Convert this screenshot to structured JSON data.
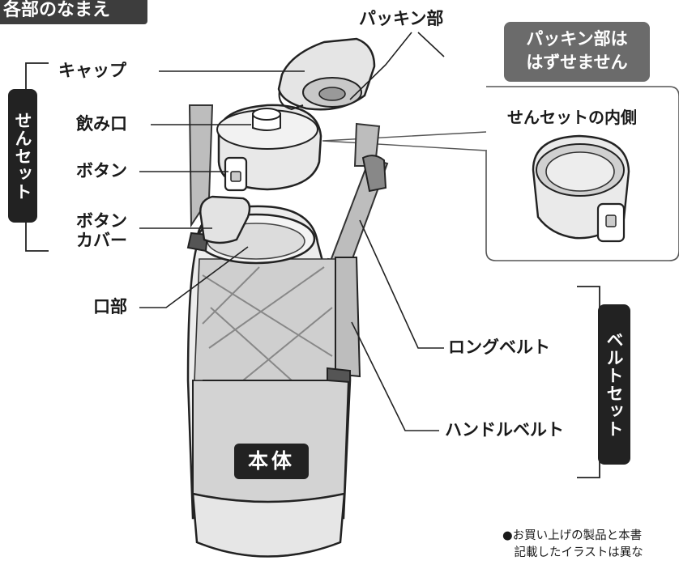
{
  "title": "各部のなまえ",
  "groups": {
    "sen_set": "せんセット",
    "belt_set": "ベルトセット"
  },
  "parts": {
    "cap": "キャップ",
    "packing": "パッキン部",
    "nomikuchi": "飲み口",
    "button": "ボタン",
    "button_cover_line1": "ボタン",
    "button_cover_line2": "カバー",
    "kuchibu": "口部",
    "long_belt": "ロングベルト",
    "handle_belt": "ハンドルベルト",
    "body": "本体"
  },
  "notice": {
    "line1": "パッキン部は",
    "line2": "はずせません"
  },
  "inset": {
    "title": "せんセットの内側"
  },
  "footnote": {
    "line1": "●お買い上げの製品と本書",
    "line2": "　記載したイラストは異な"
  }
}
